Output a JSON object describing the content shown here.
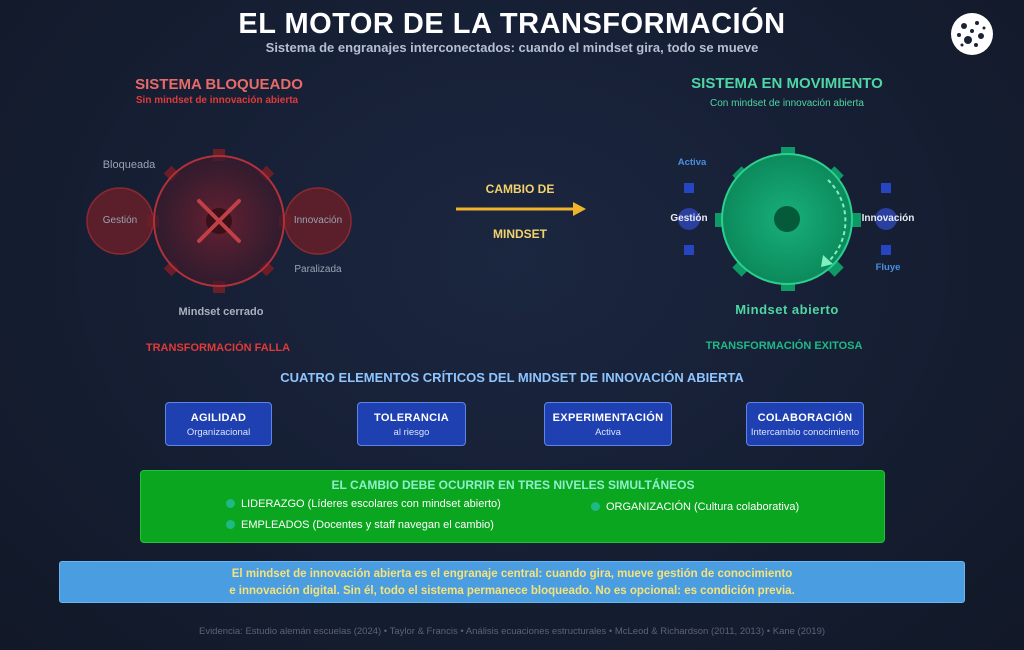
{
  "header": {
    "title": "EL MOTOR DE LA TRANSFORMACIÓN",
    "subtitle": "Sistema de engranajes interconectados: cuando el mindset gira, todo se mueve"
  },
  "blocked": {
    "title": "SISTEMA BLOQUEADO",
    "subtitle": "Sin mindset de innovación abierta",
    "left_gear": "Gestión",
    "right_gear": "Innovación",
    "state_top": "Bloqueada",
    "state_bottom": "Paralizada",
    "center_label": "Mindset cerrado",
    "result": "TRANSFORMACIÓN FALLA",
    "color": "#e03a3a"
  },
  "transition": {
    "line1": "CAMBIO DE",
    "line2": "MINDSET",
    "color": "#f0b429"
  },
  "moving": {
    "title": "SISTEMA EN MOVIMIENTO",
    "subtitle": "Con mindset de innovación abierta",
    "left_gear": "Gestión",
    "right_gear": "Innovación",
    "state_top": "Activa",
    "state_bottom": "Fluye",
    "center_label": "Mindset abierto",
    "result": "TRANSFORMACIÓN EXITOSA",
    "color": "#1fb987"
  },
  "elements": {
    "heading": "CUATRO ELEMENTOS CRÍTICOS DEL MINDSET DE INNOVACIÓN ABIERTA",
    "items": [
      {
        "title": "AGILIDAD",
        "sub": "Organizacional"
      },
      {
        "title": "TOLERANCIA",
        "sub": "al riesgo"
      },
      {
        "title": "EXPERIMENTACIÓN",
        "sub": "Activa"
      },
      {
        "title": "COLABORACIÓN",
        "sub": "Intercambio conocimiento"
      }
    ]
  },
  "levels": {
    "heading": "EL CAMBIO DEBE OCURRIR EN TRES NIVELES SIMULTÁNEOS",
    "items": [
      "LIDERAZGO (Líderes escolares con mindset abierto)",
      "EMPLEADOS (Docentes y staff navegan el cambio)",
      "ORGANIZACIÓN (Cultura colaborativa)"
    ]
  },
  "conclusion": {
    "line1": "El mindset de innovación abierta es el engranaje central: cuando gira, mueve gestión de conocimiento",
    "line2": "e innovación digital. Sin él, todo el sistema permanece bloqueado. No es opcional: es condición previa."
  },
  "footer": "Evidencia: Estudio alemán escuelas (2024) • Taylor & Francis • Análisis ecuaciones estructurales • McLeod & Richardson (2011, 2013) • Kane (2019)"
}
